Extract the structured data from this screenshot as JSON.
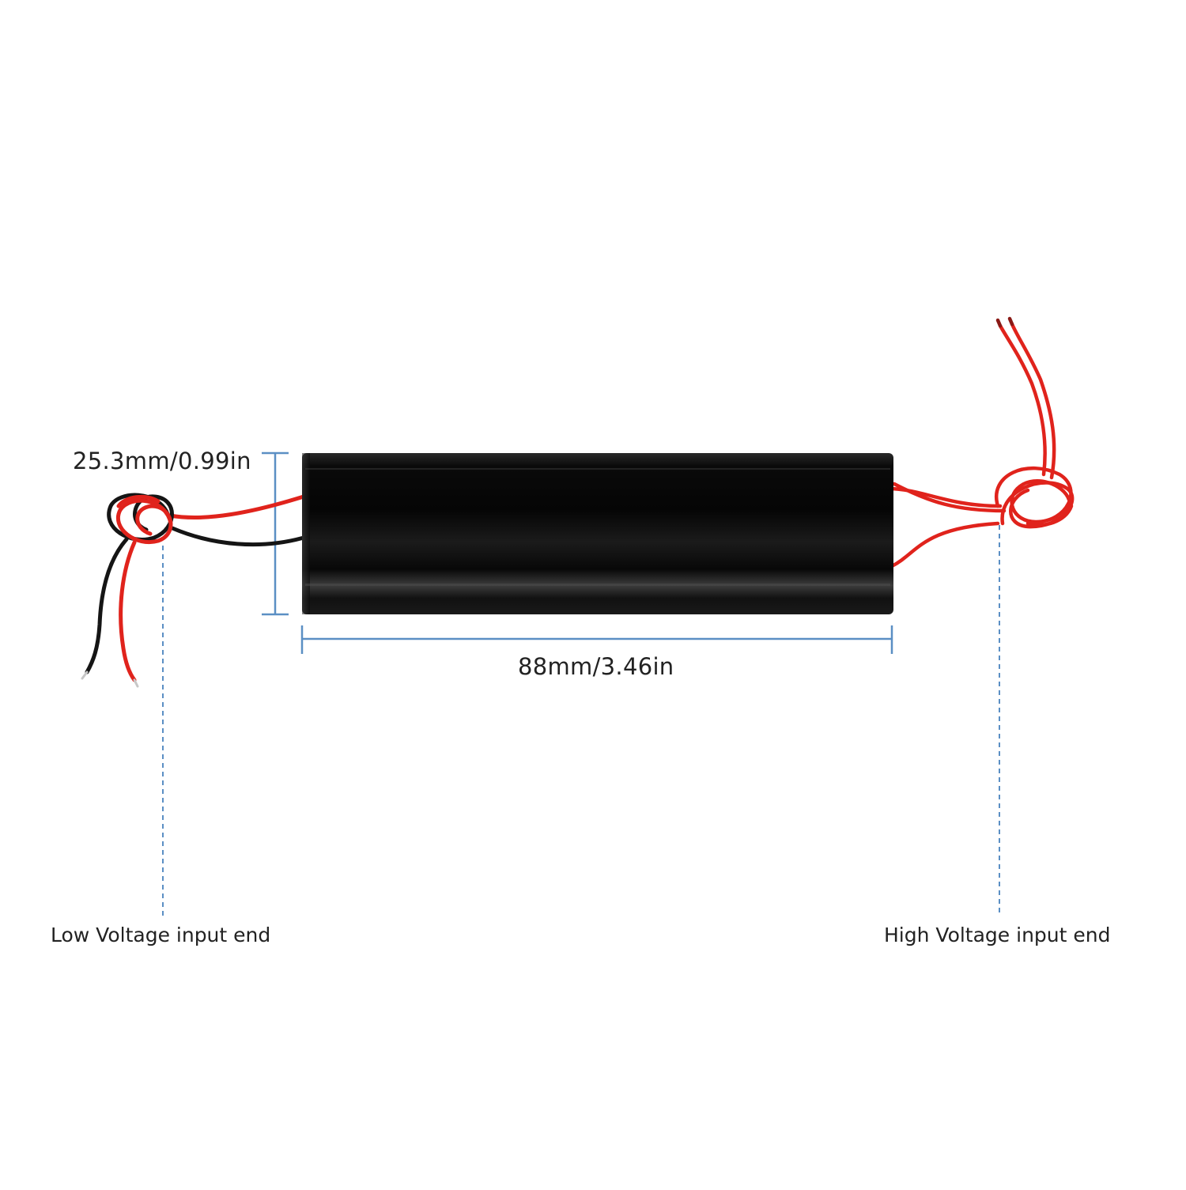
{
  "dimensions": {
    "height_label": "25.3mm/0.99in",
    "length_label": "88mm/3.46in"
  },
  "ends": {
    "low_label": "Low Voltage input end",
    "high_label": "High Voltage input end"
  },
  "colors": {
    "body": "#0c0c0c",
    "red_wire": "#e0231c",
    "black_wire": "#151515",
    "dimension_line": "#5b8fc4",
    "text": "#222222"
  }
}
